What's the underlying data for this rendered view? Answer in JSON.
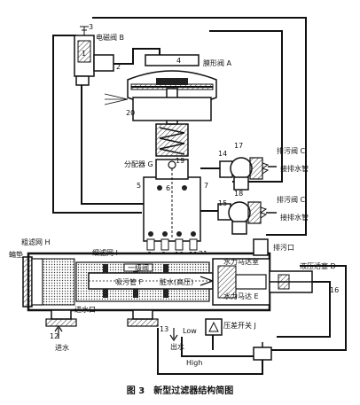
{
  "caption": "图 3　新型过滤器结构简图",
  "labels": {
    "solenoid_valve": "电磁阀 B",
    "diaphragm_valve": "膜形阀 A",
    "distributor": "分配器 G",
    "drain_valve_1": "排污阀 C",
    "drain_valve_2": "排污阀 C",
    "to_drain_pipe_1": "接排水管",
    "to_drain_pipe_2": "接排水管",
    "coarse_screen": "粗滤网 H",
    "seal_ring": "蝙垫",
    "fine_screen": "细滤网 I",
    "drain_outlet": "排污口",
    "suction_pipe": "吸污管 F",
    "dirty_water": "脏水(高压)",
    "hydraulic_motor_room": "水力马达室",
    "hydraulic_motor": "水力马达 E",
    "piston_chamber": "液压活塞 D",
    "inlet_port": "进水口",
    "inlet_water": "进水",
    "outlet_water": "出水",
    "pressure_switch": "压差开关 J",
    "first_stage": "一级阀",
    "low": "Low",
    "high": "High"
  },
  "numbers": {
    "n1": "1",
    "n2": "2",
    "n3": "3",
    "n4": "4",
    "n5": "5",
    "n6": "6",
    "n7": "7",
    "n8": "8",
    "n9": "9",
    "n10": "10",
    "n11": "11",
    "n12": "12",
    "n13": "13",
    "n14": "14",
    "n15": "15",
    "n16": "16",
    "n17": "17",
    "n18": "18",
    "n19": "19",
    "n20": "20",
    "n21": "21"
  }
}
